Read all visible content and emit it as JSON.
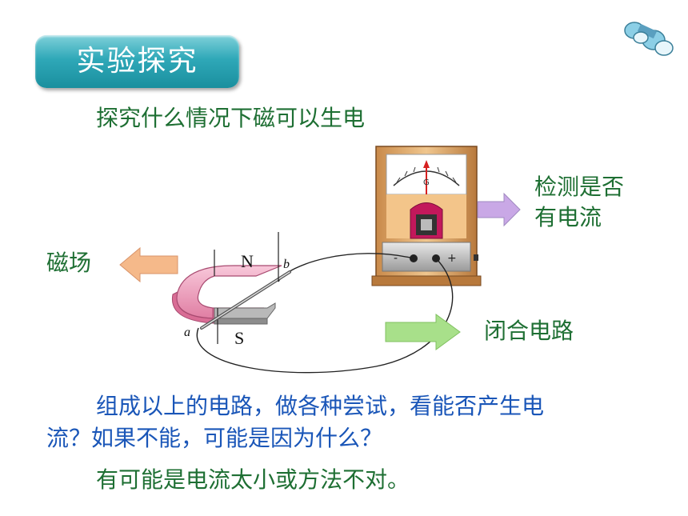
{
  "title_tag": "实验探究",
  "heading": "探究什么情况下磁可以生电",
  "labels": {
    "detect_line1": "检测是否",
    "detect_line2": "有电流",
    "magnetic_field": "磁场",
    "closed_circuit": "闭合电路"
  },
  "diagram": {
    "pole_n": "N",
    "pole_s": "S",
    "end_a": "a",
    "end_b": "b",
    "meter_letter": "G",
    "terminal_minus": "-",
    "terminal_plus": "+"
  },
  "paragraph": {
    "line1": "组成以上的电路，做各种尝试，看能否产生电",
    "line2": "流？如果不能，可能是因为什么？"
  },
  "answer": "有可能是电流太小或方法不对。",
  "colors": {
    "title_bg": "#2fa8b8",
    "green_text": "#1e6f33",
    "blue_text": "#1a56b8",
    "magnet_pink": "#f2a3c0",
    "arrow_purple": "#c9a8e6",
    "arrow_orange": "#f5b98a",
    "arrow_green": "#a8e08a"
  }
}
